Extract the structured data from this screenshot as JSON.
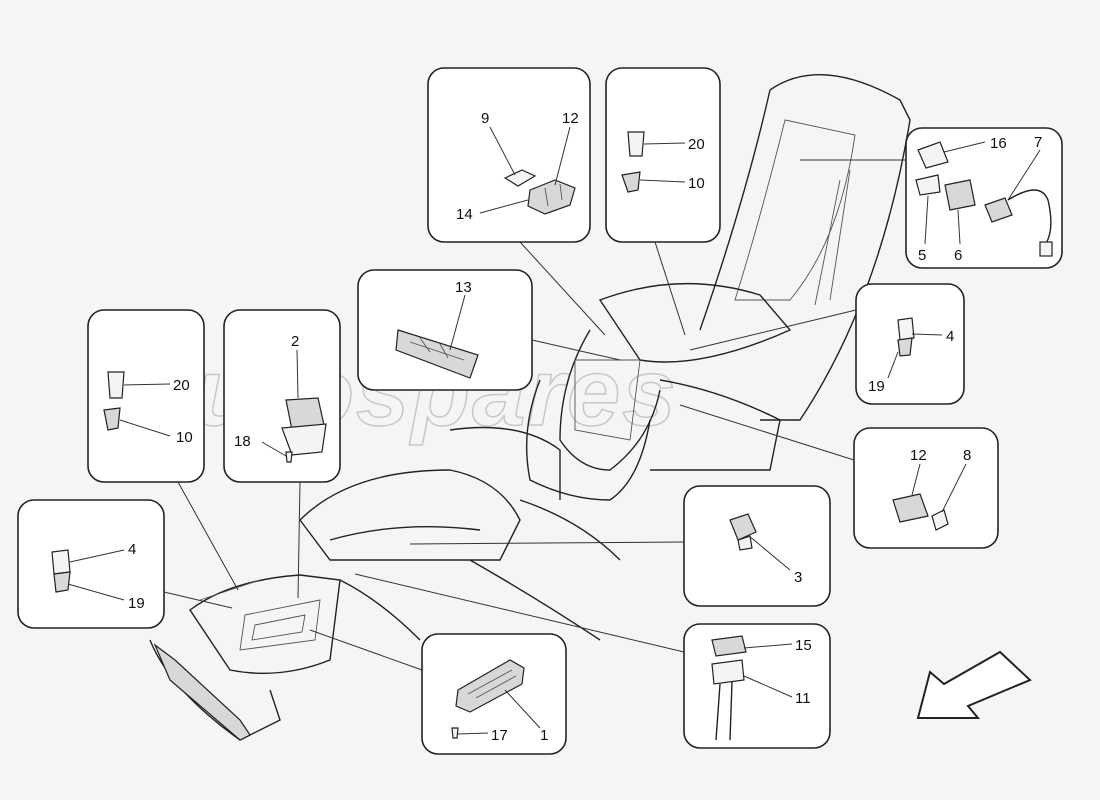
{
  "watermark": "eurospares",
  "callouts": {
    "c1": "1",
    "c2": "2",
    "c3": "3",
    "c4a": "4",
    "c4b": "4",
    "c5": "5",
    "c6": "6",
    "c7": "7",
    "c8": "8",
    "c9": "9",
    "c10a": "10",
    "c10b": "10",
    "c11": "11",
    "c12a": "12",
    "c12b": "12",
    "c13": "13",
    "c14": "14",
    "c15": "15",
    "c16": "16",
    "c17": "17",
    "c18": "18",
    "c19a": "19",
    "c19b": "19",
    "c20a": "20",
    "c20b": "20"
  },
  "icons": {
    "orientation_arrow": "front-direction-arrow"
  }
}
